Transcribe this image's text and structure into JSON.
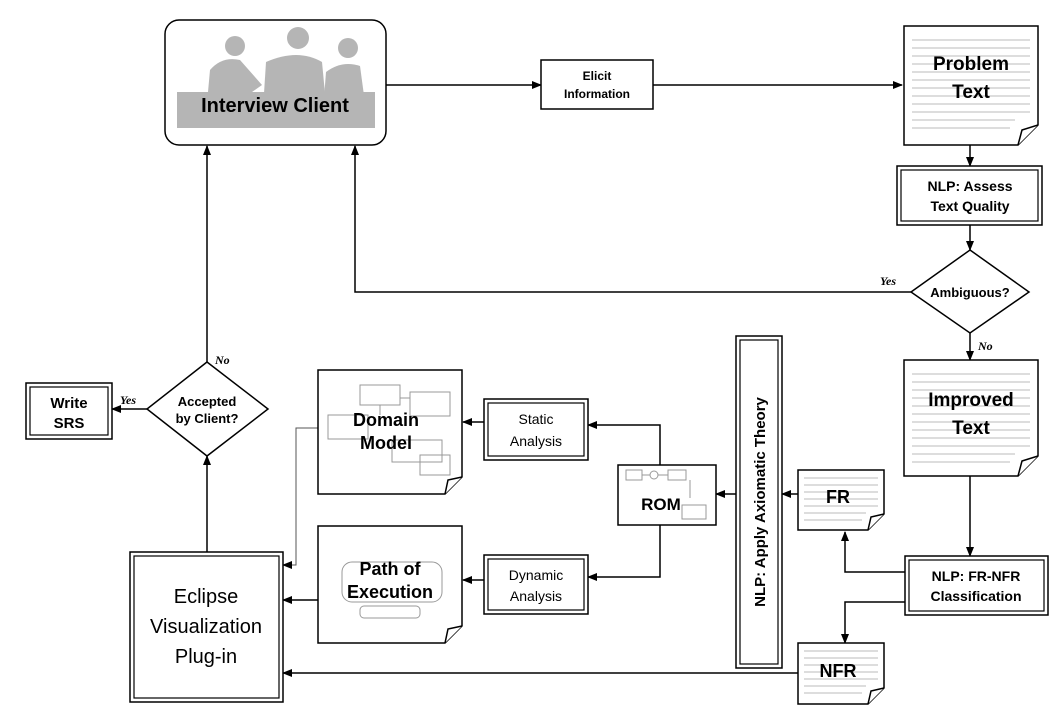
{
  "nodes": {
    "interview_client": "Interview Client",
    "elicit": [
      "Elicit",
      "Information"
    ],
    "problem_text": [
      "Problem",
      "Text"
    ],
    "assess": [
      "NLP: Assess",
      "Text Quality"
    ],
    "ambiguous": "Ambiguous?",
    "improved_text": [
      "Improved",
      "Text"
    ],
    "classification": [
      "NLP: FR-NFR",
      "Classification"
    ],
    "fr": "FR",
    "nfr": "NFR",
    "axiomatic": "NLP: Apply Axiomatic Theory",
    "rom": "ROM",
    "static_analysis": [
      "Static",
      "Analysis"
    ],
    "dynamic_analysis": [
      "Dynamic",
      "Analysis"
    ],
    "domain_model": [
      "Domain",
      "Model"
    ],
    "path_of_execution": [
      "Path of",
      "Execution"
    ],
    "eclipse": [
      "Eclipse",
      "Visualization",
      "Plug-in"
    ],
    "accepted": [
      "Accepted",
      "by Client?"
    ],
    "write_srs": [
      "Write",
      "SRS"
    ]
  },
  "edge_labels": {
    "ambiguous_yes": "Yes",
    "ambiguous_no": "No",
    "accepted_yes": "Yes",
    "accepted_no": "No"
  }
}
